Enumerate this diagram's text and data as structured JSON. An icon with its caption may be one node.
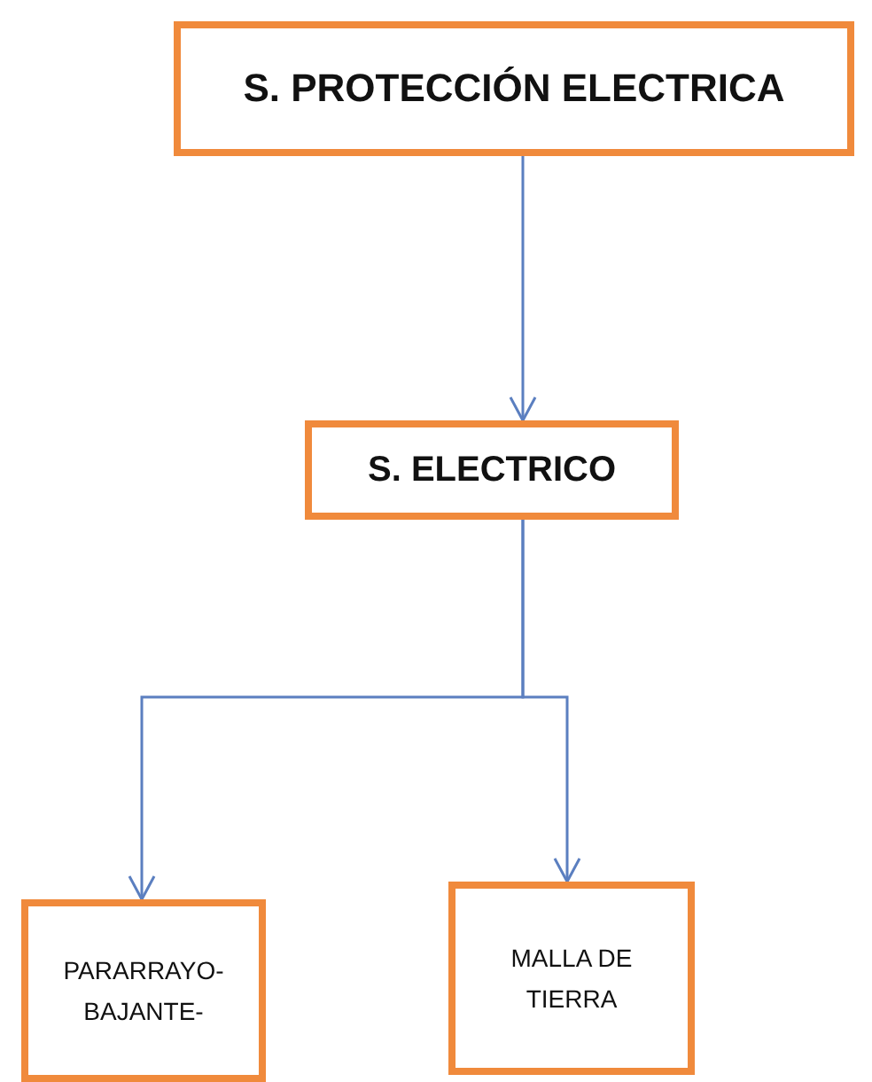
{
  "diagram": {
    "nodes": [
      {
        "text": [
          "S. PROTECCIÓN ELECTRICA"
        ]
      },
      {
        "text": [
          "S. ELECTRICO"
        ]
      },
      {
        "text": [
          "PARARRAYO- BAJANTE-"
        ]
      },
      {
        "text": [
          "MALLA DE TIERRA"
        ]
      }
    ],
    "edges": [
      {
        "from": 0,
        "to": 1,
        "arrow": "to"
      },
      {
        "from": 1,
        "to": 2,
        "arrow": "to"
      },
      {
        "from": 1,
        "to": 3,
        "arrow": "to"
      }
    ]
  }
}
